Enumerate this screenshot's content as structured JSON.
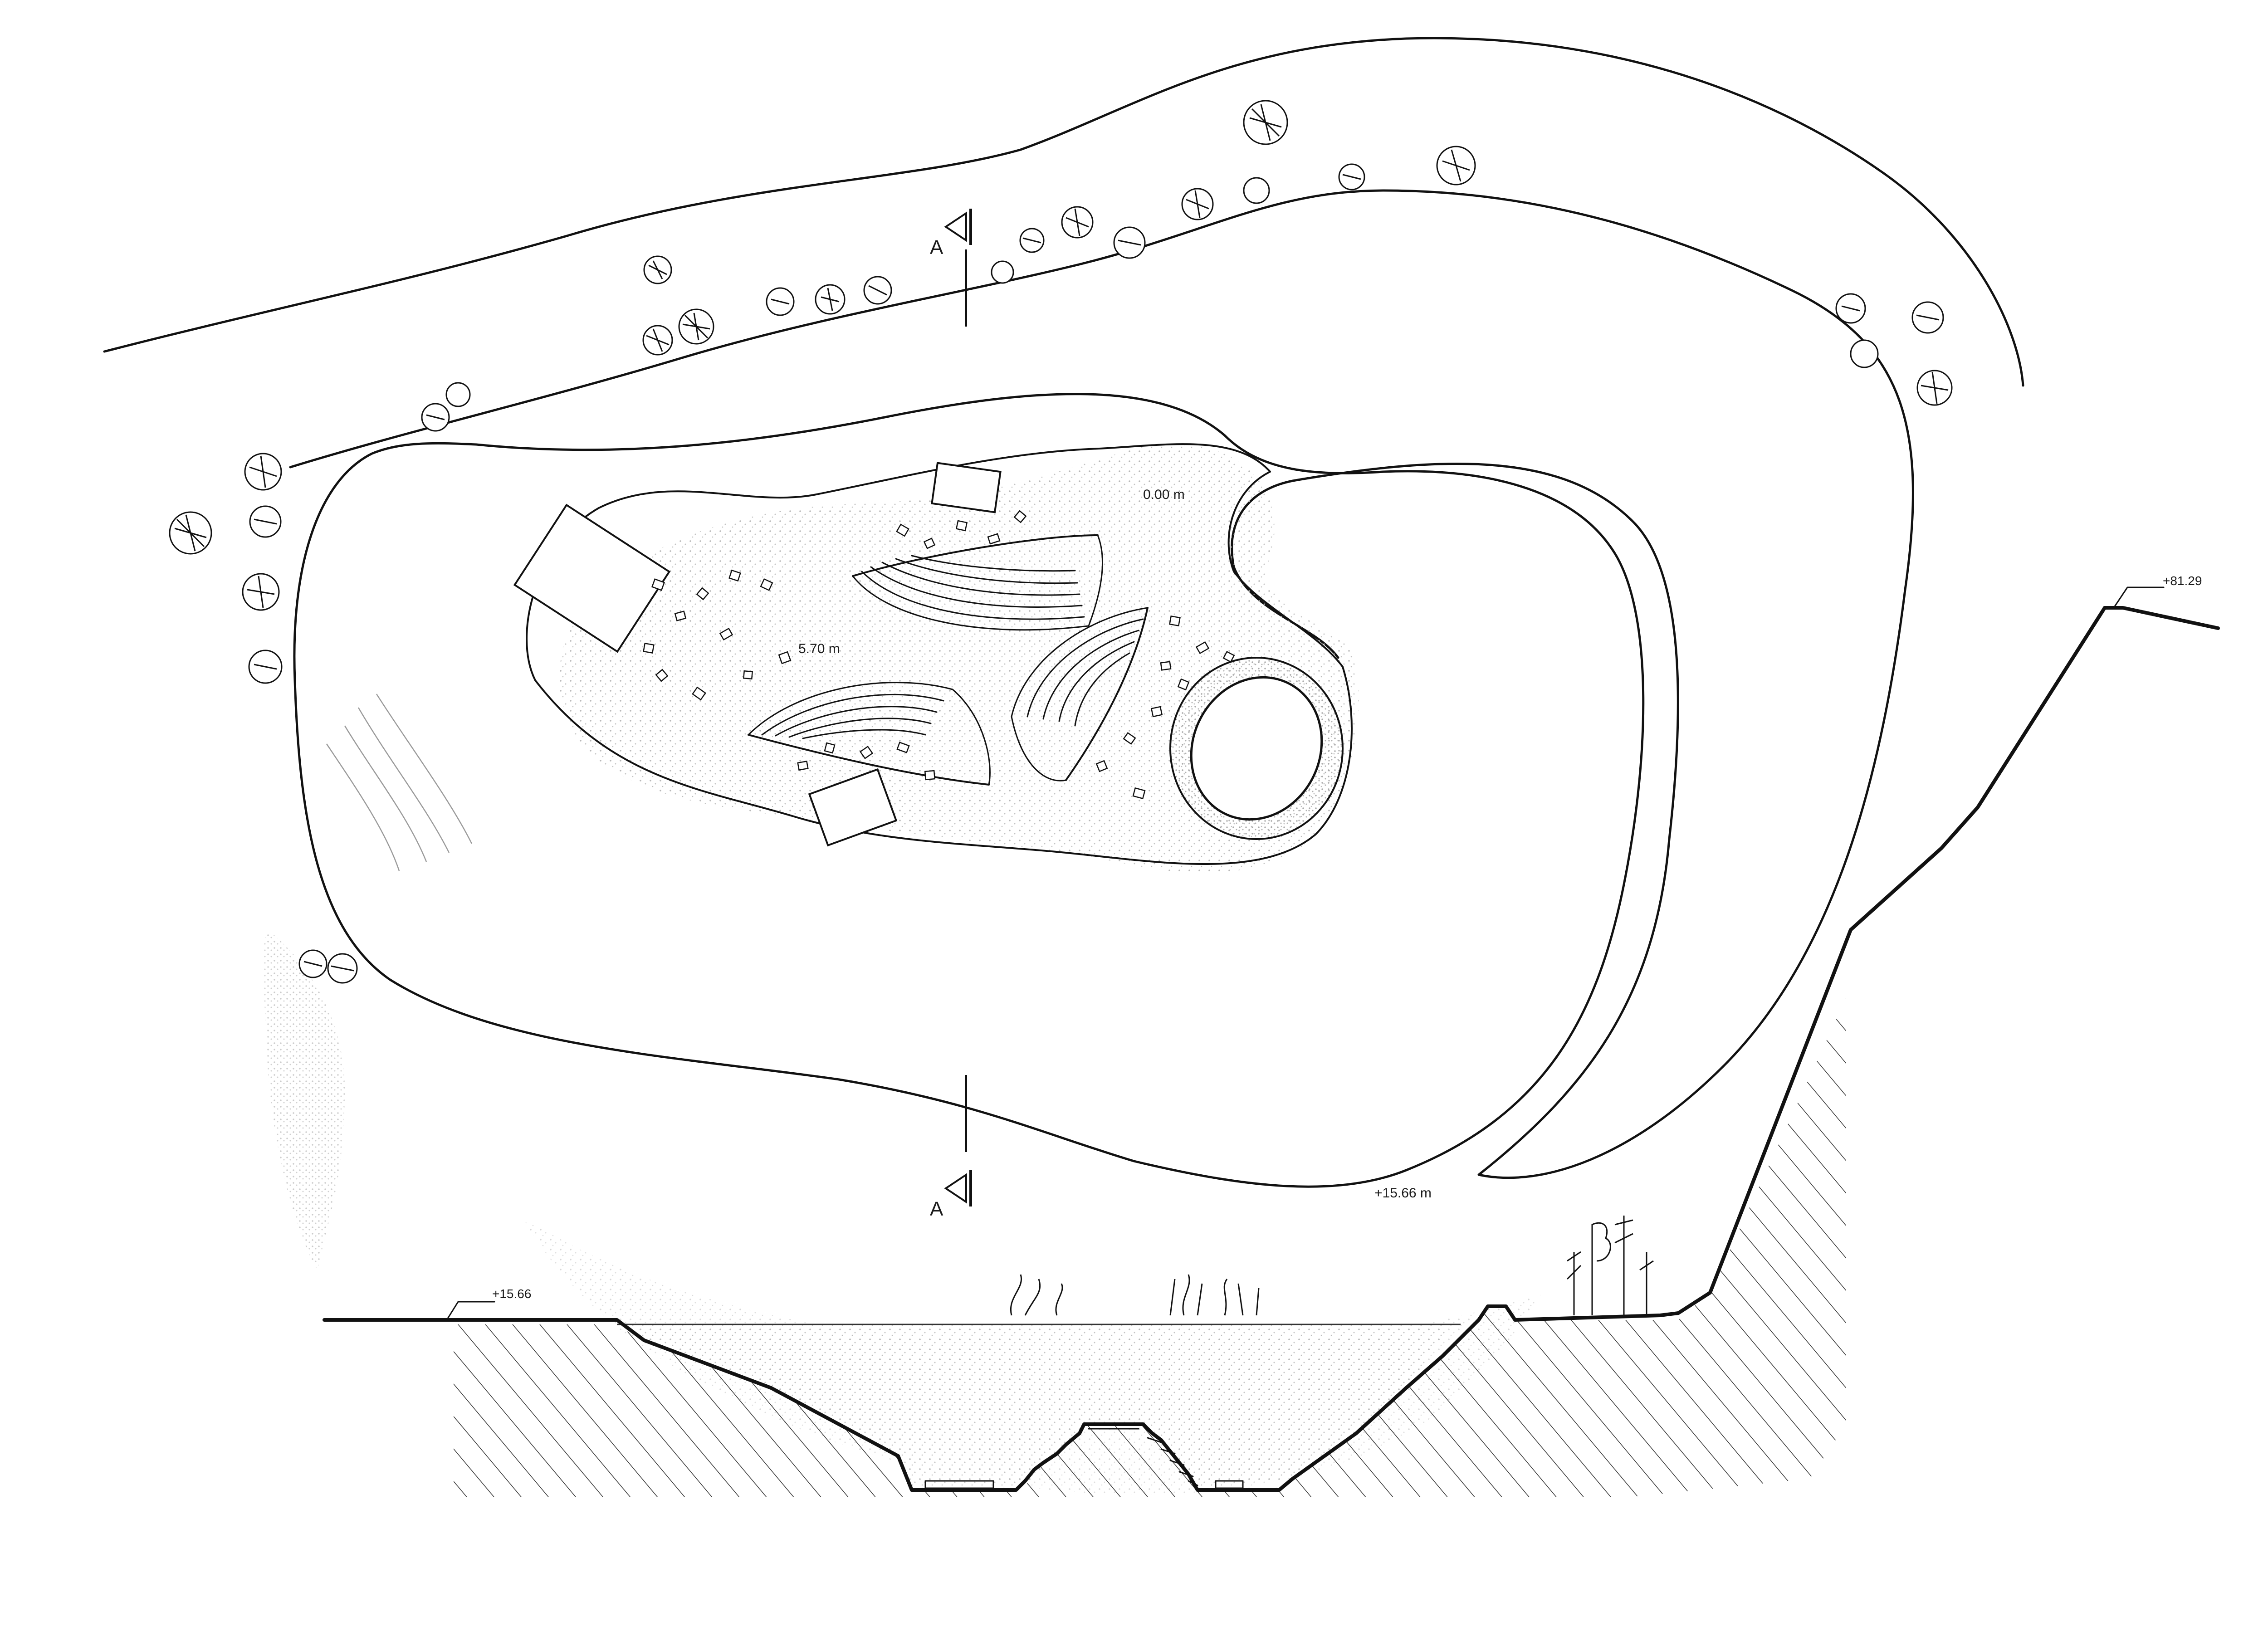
{
  "section_markers": [
    {
      "letter": "A"
    },
    {
      "letter": "A"
    }
  ],
  "elevations": {
    "center_plan": "0.00 m",
    "inner_plan": "5.70 m",
    "outer_plan": "+15.66 m",
    "section_left": "+15.66",
    "section_right": "+81.29"
  },
  "colors": {
    "line": "#111111",
    "hatch": "#333333",
    "stipple": "#b8b8b8",
    "paper": "#ffffff"
  }
}
